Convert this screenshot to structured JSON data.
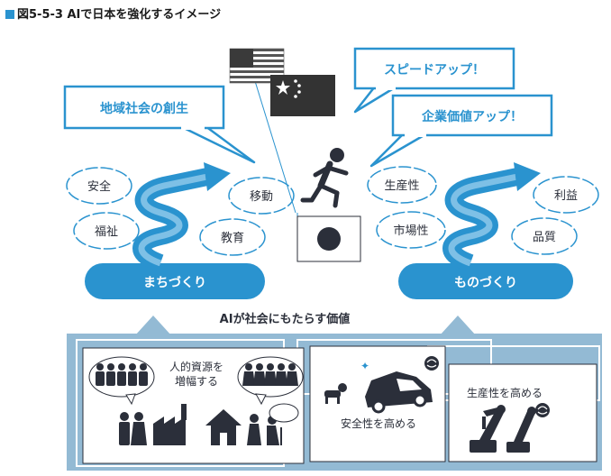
{
  "caption": {
    "marker_color": "#2a93cf",
    "number": "図5-5-3",
    "title": "AIで日本を強化するイメージ"
  },
  "callouts": {
    "region": "地域社会の創生",
    "speed": "スピードアップ！",
    "value": "企業価値アップ！"
  },
  "left_group": {
    "base_label": "まちづくり",
    "bubbles": [
      "安全",
      "福祉",
      "移動",
      "教育"
    ]
  },
  "right_group": {
    "base_label": "ものづくり",
    "bubbles": [
      "生産性",
      "市場性",
      "利益",
      "品質"
    ]
  },
  "ai_value_label": "AIが社会にもたらす価値",
  "panels": {
    "people": "人的資源を\n増幅する",
    "safety": "安全性を高める",
    "productivity": "生産性を高める"
  },
  "flags": [
    "us-flag",
    "china-flag",
    "japan-flag"
  ],
  "colors": {
    "blue": "#2a93cf",
    "light_blue": "#93bad4",
    "bubble_border": "#2a93cf",
    "navy": "#2b2f3a"
  }
}
